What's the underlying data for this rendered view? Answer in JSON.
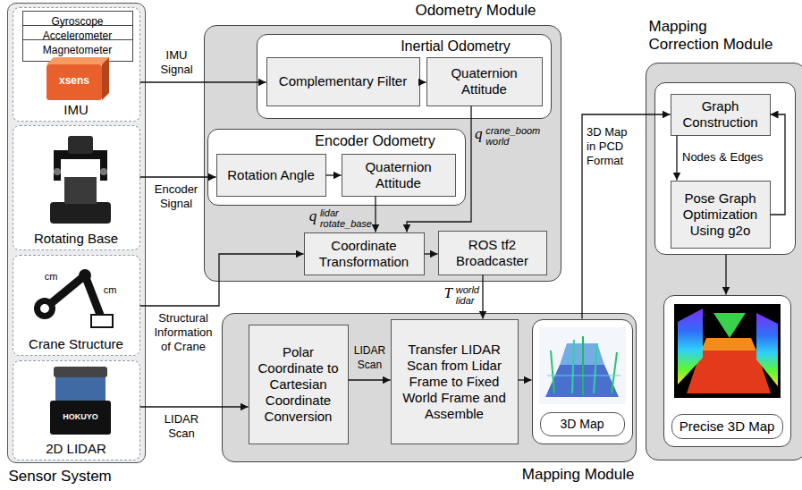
{
  "diagram": {
    "nodes": [
      {
        "text": [
          "Sensor System"
        ]
      },
      {
        "text": [
          "IMU"
        ],
        "in": 0
      },
      {
        "text": [
          "Gyroscope"
        ],
        "in": 1
      },
      {
        "text": [
          "Accelerometer"
        ],
        "in": 1
      },
      {
        "text": [
          "Magnetometer"
        ],
        "in": 1
      },
      {
        "text": [
          "Rotating Base"
        ],
        "in": 0
      },
      {
        "text": [
          "Crane Structure"
        ],
        "in": 0
      },
      {
        "text": [
          "2D LIDAR"
        ],
        "in": 0
      },
      {
        "text": [
          "Odometry Module"
        ]
      },
      {
        "text": [
          "Inertial Odometry"
        ],
        "in": 8
      },
      {
        "text": [
          "Complementary Filter"
        ],
        "in": 9
      },
      {
        "text": [
          "Quaternion Attitude"
        ],
        "in": 9
      },
      {
        "text": [
          "Encoder Odometry"
        ],
        "in": 8
      },
      {
        "text": [
          "Rotation Angle"
        ],
        "in": 12
      },
      {
        "text": [
          "Quaternion Attitude"
        ],
        "in": 12
      },
      {
        "text": [
          "Coordinate Transformation"
        ],
        "in": 8
      },
      {
        "text": [
          "ROS tf2 Broadcaster"
        ],
        "in": 8
      },
      {
        "text": [
          "Mapping Module"
        ]
      },
      {
        "text": [
          "Polar Coordinate to Cartesian Coordinate Conversion"
        ],
        "in": 17
      },
      {
        "text": [
          "Transfer LIDAR Scan from Lidar Frame to Fixed World Frame and Assemble"
        ],
        "in": 17
      },
      {
        "text": [
          "3D Map"
        ],
        "in": 17
      },
      {
        "text": [
          "Mapping Correction Module"
        ]
      },
      {
        "text": [],
        "in": 21
      },
      {
        "text": [
          "Graph Construction"
        ],
        "in": 22
      },
      {
        "text": [
          "Pose Graph Optimization Using g2o"
        ],
        "in": 22
      },
      {
        "text": [
          "Precise 3D Map"
        ],
        "in": 21
      }
    ],
    "edges": [
      {
        "from": 1,
        "to": 10,
        "arrow": "to",
        "label": "IMU Signal"
      },
      {
        "from": 10,
        "to": 11,
        "arrow": "to"
      },
      {
        "from": 5,
        "to": 13,
        "arrow": "to",
        "label": "Encoder Signal"
      },
      {
        "from": 13,
        "to": 14,
        "arrow": "to"
      },
      {
        "from": 11,
        "to": 15,
        "arrow": "to",
        "label": "q crane_boom world"
      },
      {
        "from": 14,
        "to": 15,
        "arrow": "to",
        "label": "q lidar rotate_base"
      },
      {
        "from": 6,
        "to": 15,
        "arrow": "to",
        "label": "Structural Information of Crane"
      },
      {
        "from": 15,
        "to": 16,
        "arrow": "to"
      },
      {
        "from": 16,
        "to": 19,
        "arrow": "to",
        "label": "T world lidar"
      },
      {
        "from": 7,
        "to": 18,
        "arrow": "to",
        "label": "LIDAR Scan"
      },
      {
        "from": 18,
        "to": 19,
        "arrow": "to",
        "label": "LIDAR Scan"
      },
      {
        "from": 19,
        "to": 20,
        "arrow": "to"
      },
      {
        "from": 20,
        "to": 23,
        "arrow": "to",
        "label": "3D Map in PCD Format"
      },
      {
        "from": 23,
        "to": 24,
        "arrow": "to",
        "label": "Nodes & Edges"
      },
      {
        "from": 24,
        "to": 23,
        "arrow": "to"
      },
      {
        "from": 22,
        "to": 25,
        "arrow": "to"
      }
    ],
    "labels": [
      "xsens",
      "HOKUYO",
      "cm",
      "cm"
    ]
  }
}
